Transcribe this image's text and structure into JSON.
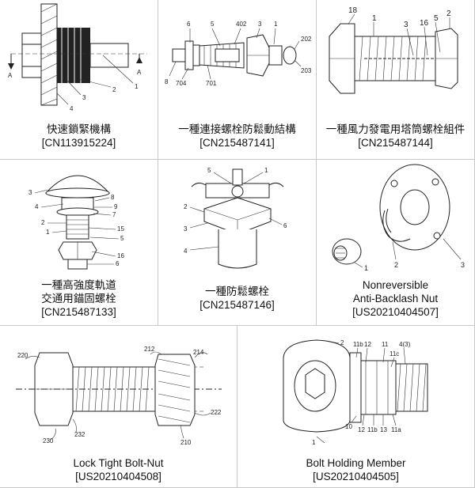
{
  "cells": [
    {
      "lines": [
        "快速鎖緊機構",
        "[CN113915224]"
      ],
      "figure_labels": [
        "A",
        "A",
        "1",
        "2",
        "3",
        "4"
      ]
    },
    {
      "lines": [
        "一種連接螺栓防鬆動結構",
        "[CN215487141]"
      ],
      "figure_labels": [
        "6",
        "5",
        "402",
        "3",
        "1",
        "202",
        "203",
        "8",
        "704",
        "701"
      ]
    },
    {
      "lines": [
        "一種風力發電用塔筒螺栓組件",
        "[CN215487144]"
      ],
      "figure_labels": [
        "18",
        "1",
        "3",
        "16",
        "5",
        "2"
      ]
    },
    {
      "lines": [
        "一種高強度軌道",
        "交通用錨固螺栓",
        "[CN215487133]"
      ],
      "figure_labels": [
        "3",
        "4",
        "8",
        "9",
        "7",
        "2",
        "1",
        "15",
        "5",
        "16",
        "6"
      ]
    },
    {
      "lines": [
        "一種防鬆螺栓",
        "[CN215487146]"
      ],
      "figure_labels": [
        "5",
        "1",
        "2",
        "3",
        "4",
        "6"
      ]
    },
    {
      "lines": [
        "Nonreversible",
        "Anti-Backlash Nut",
        "[US20210404507]"
      ],
      "figure_labels": [
        "1",
        "2",
        "3"
      ]
    },
    {
      "lines": [
        "Lock Tight Bolt-Nut",
        "[US20210404508]"
      ],
      "figure_labels": [
        "220",
        "212",
        "214",
        "222",
        "230",
        "232",
        "210"
      ]
    },
    {
      "lines": [
        "Bolt Holding Member",
        "[US20210404505]"
      ],
      "figure_labels": [
        "2",
        "11b",
        "12",
        "11",
        "4(3)",
        "11c",
        "10",
        "12",
        "11b",
        "13",
        "11a",
        "1"
      ]
    }
  ]
}
